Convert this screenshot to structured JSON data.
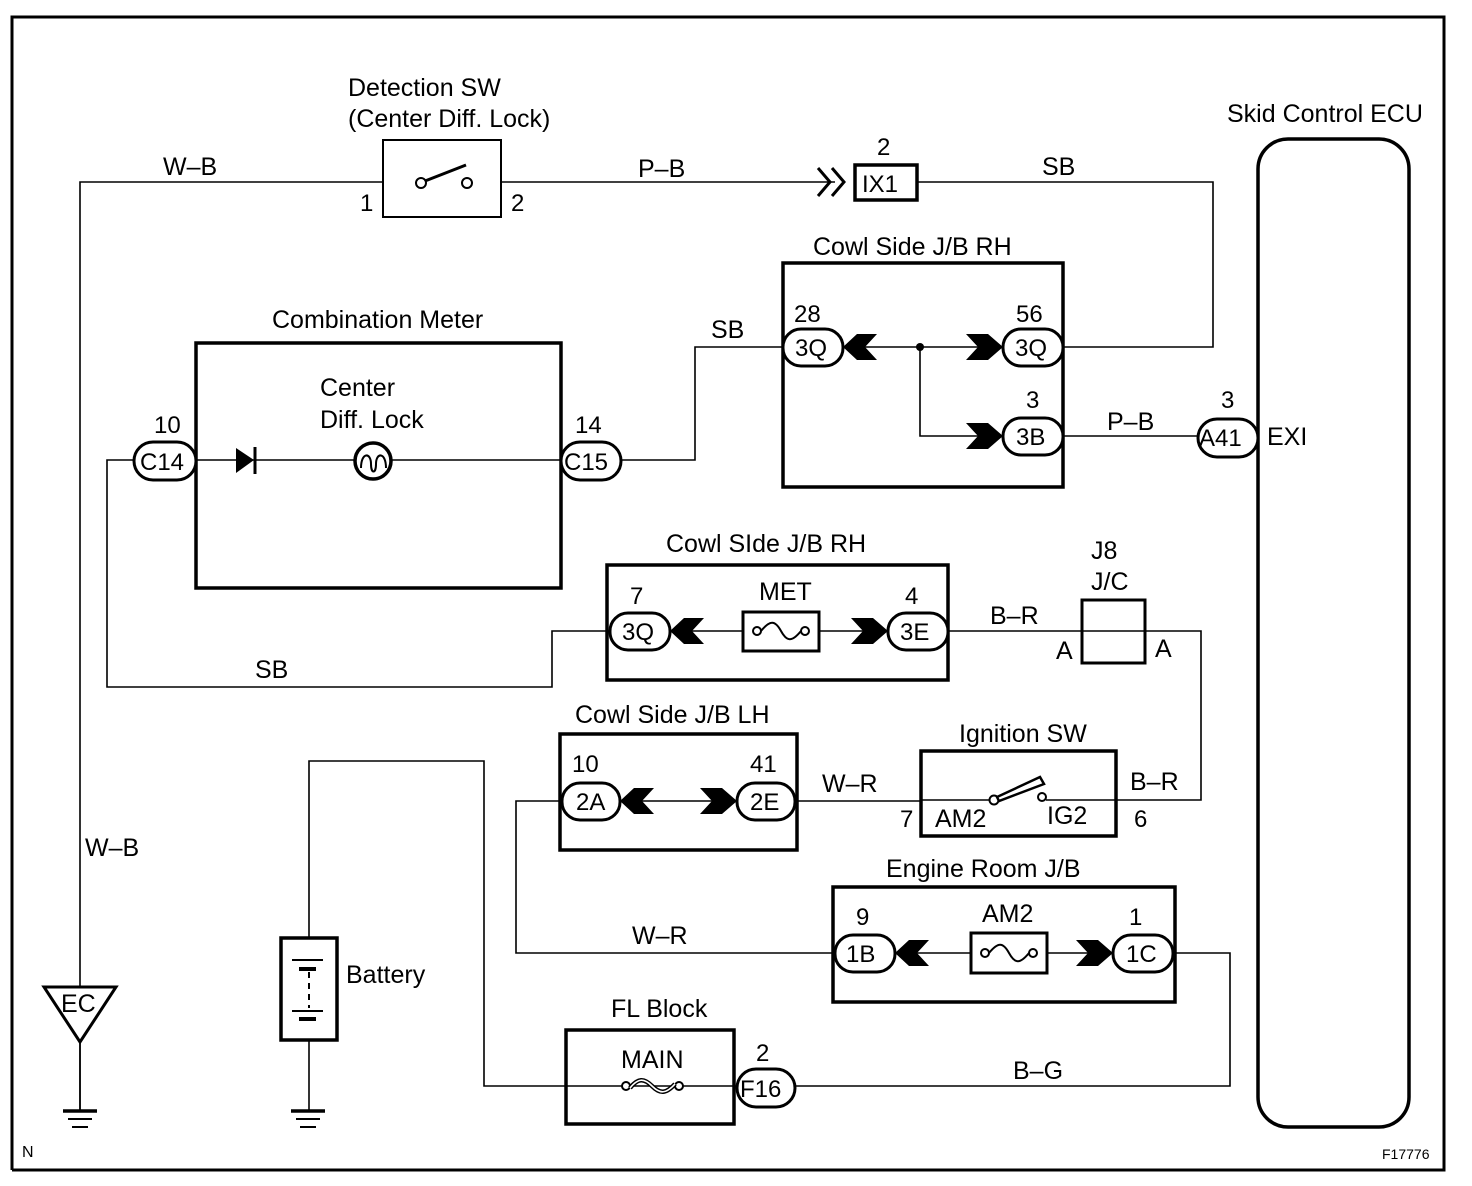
{
  "diagram": {
    "figure_id": "F17776",
    "corner_mark": "N",
    "components": {
      "detection_sw": {
        "title_line1": "Detection SW",
        "title_line2": "(Center Diff. Lock)",
        "pin_left": "1",
        "pin_right": "2"
      },
      "ix1": {
        "pin": "2",
        "label": "IX1"
      },
      "skid_ecu": {
        "title": "Skid Control ECU",
        "terminal": "EXI",
        "conn_pin": "3",
        "conn_label": "A41"
      },
      "cowl_rh_top": {
        "title": "Cowl Side J/B RH",
        "in_pin": "28",
        "in_conn": "3Q",
        "out1_pin": "56",
        "out1_conn": "3Q",
        "out2_pin": "3",
        "out2_conn": "3B"
      },
      "combination_meter": {
        "title": "Combination Meter",
        "lamp_line1": "Center",
        "lamp_line2": "Diff. Lock",
        "left_pin": "10",
        "left_conn": "C14",
        "right_pin": "14",
        "right_conn": "C15"
      },
      "cowl_rh_met": {
        "title": "Cowl SIde J/B RH",
        "left_pin": "7",
        "left_conn": "3Q",
        "fuse": "MET",
        "right_pin": "4",
        "right_conn": "3E"
      },
      "j8": {
        "title_line1": "J8",
        "title_line2": "J/C",
        "left_term": "A",
        "right_term": "A"
      },
      "cowl_lh": {
        "title": "Cowl Side J/B LH",
        "left_pin": "10",
        "left_conn": "2A",
        "right_pin": "41",
        "right_conn": "2E"
      },
      "ignition_sw": {
        "title": "Ignition SW",
        "pin_left": "7",
        "term_left": "AM2",
        "term_right": "IG2",
        "pin_right": "6"
      },
      "engine_room_jb": {
        "title": "Engine Room J/B",
        "left_pin": "9",
        "left_conn": "1B",
        "fuse": "AM2",
        "right_pin": "1",
        "right_conn": "1C"
      },
      "fl_block": {
        "title": "FL Block",
        "fuse": "MAIN",
        "pin": "2",
        "conn": "F16"
      },
      "battery": {
        "title": "Battery"
      },
      "ground_ec": {
        "label": "EC"
      }
    },
    "wires": {
      "wb_top": "W–B",
      "pb_top": "P–B",
      "sb_top": "SB",
      "sb_meter": "SB",
      "pb_ecu": "P–B",
      "sb_bottom": "SB",
      "br_j8": "B–R",
      "wr_ign": "W–R",
      "br_ign": "B–R",
      "wb_left": "W–B",
      "wr_erjb": "W–R",
      "bg": "B–G"
    }
  }
}
